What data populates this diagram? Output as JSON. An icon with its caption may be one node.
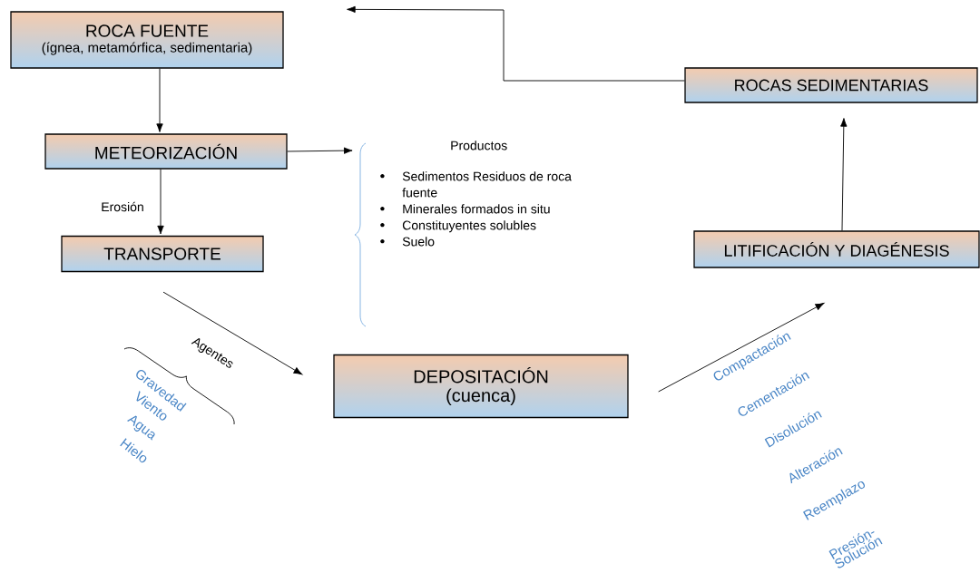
{
  "diagram": {
    "nodes": [
      {
        "text": [
          "ROCA FUENTE",
          "(ígnea, metamórfica, sedimentaria)"
        ]
      },
      {
        "text": [
          "METEORIZACIÓN"
        ]
      },
      {
        "text": [
          "TRANSPORTE"
        ]
      },
      {
        "text": [
          "Productos",
          "Sedimentos Residuos de roca fuente",
          "Minerales formados in situ",
          "Constituyentes solubles",
          "Suelo"
        ]
      },
      {
        "text": [
          "DEPOSITACIÓN",
          "(cuenca)"
        ]
      },
      {
        "text": [
          "LITIFICACIÓN Y DIAGÉNESIS"
        ]
      },
      {
        "text": [
          "ROCAS SEDIMENTARIAS"
        ]
      }
    ],
    "edges": [
      {
        "from": 0,
        "to": 1,
        "arrow": "to"
      },
      {
        "from": 1,
        "to": 2,
        "arrow": "to",
        "label": "Erosión"
      },
      {
        "from": 1,
        "to": 3,
        "arrow": "to"
      },
      {
        "from": 2,
        "to": 4,
        "arrow": "to",
        "label": "Agentes"
      },
      {
        "from": 4,
        "to": 5,
        "arrow": "to"
      },
      {
        "from": 5,
        "to": 6,
        "arrow": "to"
      },
      {
        "from": 6,
        "to": 0,
        "arrow": "to"
      }
    ],
    "labels": [
      "Gravedad",
      "Viento",
      "Agua",
      "Hielo",
      "Compactación",
      "Cementación",
      "Disolución",
      "Alteración",
      "Reemplazo",
      "Presión-Solución"
    ]
  }
}
